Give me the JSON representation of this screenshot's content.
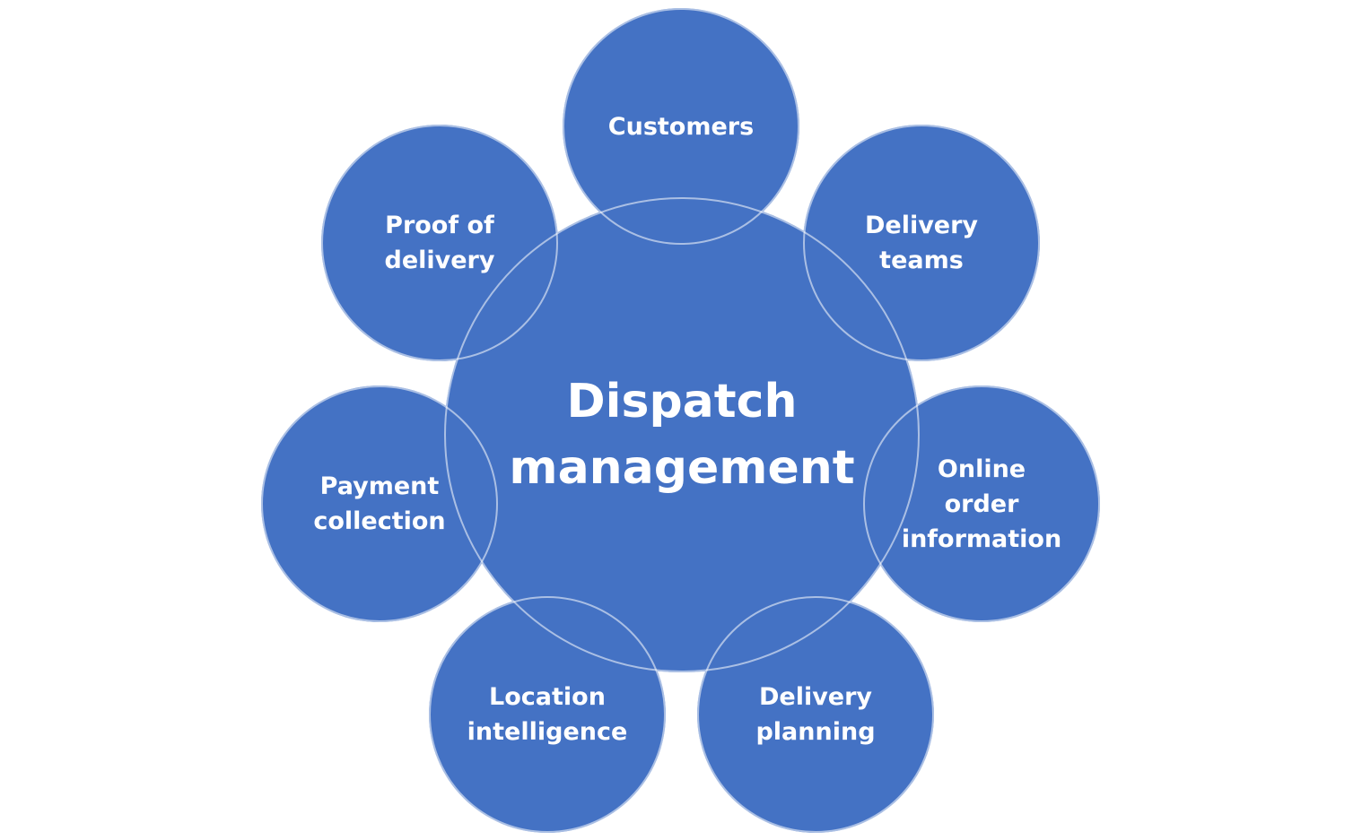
{
  "colors": {
    "fill": "#4472C4",
    "outline": "#B4C7E7",
    "text": "#FFFFFF",
    "background": "#FFFFFF"
  },
  "center": {
    "label": "Dispatch\nmanagement"
  },
  "nodes": [
    {
      "id": "customers",
      "label": "Customers"
    },
    {
      "id": "delivery-teams",
      "label": "Delivery\nteams"
    },
    {
      "id": "online-order-information",
      "label": "Online\norder\ninformation"
    },
    {
      "id": "delivery-planning",
      "label": "Delivery\nplanning"
    },
    {
      "id": "location-intelligence",
      "label": "Location\nintelligence"
    },
    {
      "id": "payment-collection",
      "label": "Payment\ncollection"
    },
    {
      "id": "proof-of-delivery",
      "label": "Proof of\ndelivery"
    }
  ]
}
